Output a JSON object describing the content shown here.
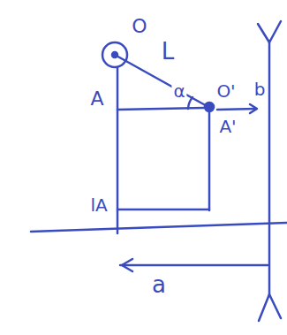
{
  "diagram": {
    "labels": [
      "O",
      "L",
      "A",
      "α",
      "O'",
      "b",
      "A'",
      "lA",
      "a"
    ]
  }
}
